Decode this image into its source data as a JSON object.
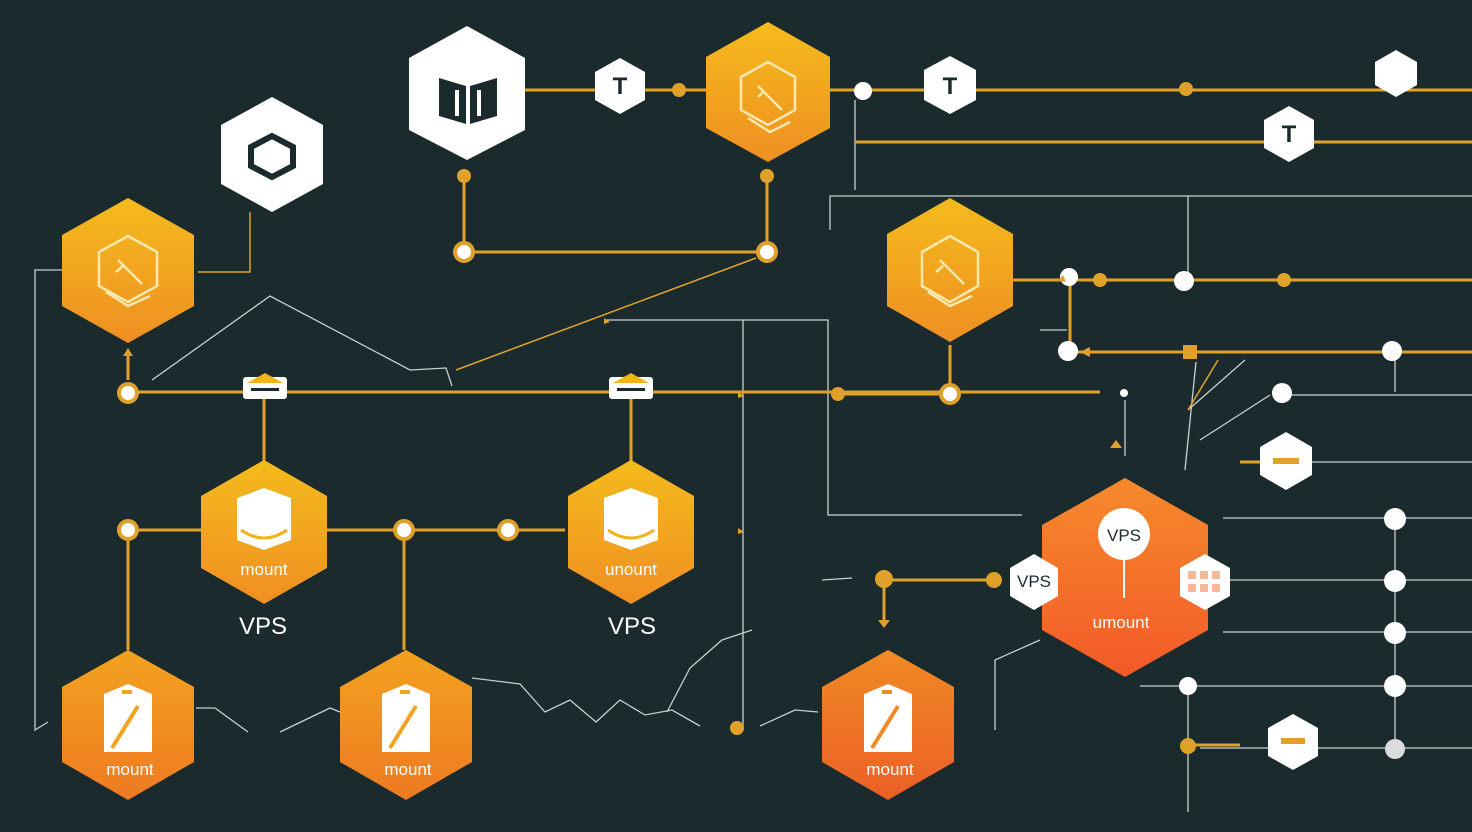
{
  "colors": {
    "background": "#1b2b2d",
    "line": "#e0a12a",
    "thin_line": "#c9cfcf",
    "white": "#ffffff",
    "hex_top": "#f2b21b",
    "hex_bottom": "#f07a22",
    "big_hex_top": "#f58a2b",
    "big_hex_bottom": "#f2592a"
  },
  "labels": {
    "mount_left": "mount",
    "unmount_center": "unount",
    "vps_left": "VPS",
    "vps_center": "VPS",
    "mount_bottom_1": "mount",
    "mount_bottom_2": "mount",
    "mount_bottom_3": "mount",
    "vps_badge_top": "VPS",
    "vps_badge_left": "VPS",
    "unmount_big": "umount",
    "t_1": "T",
    "t_2": "T",
    "t_3": "T"
  },
  "icons": {
    "book": "book-icon",
    "hexagon": "hexagon-outline-icon",
    "pen": "pen-icon",
    "disk": "disk-icon",
    "drive": "drive-icon",
    "minus": "minus-icon",
    "grid": "grid-icon"
  }
}
